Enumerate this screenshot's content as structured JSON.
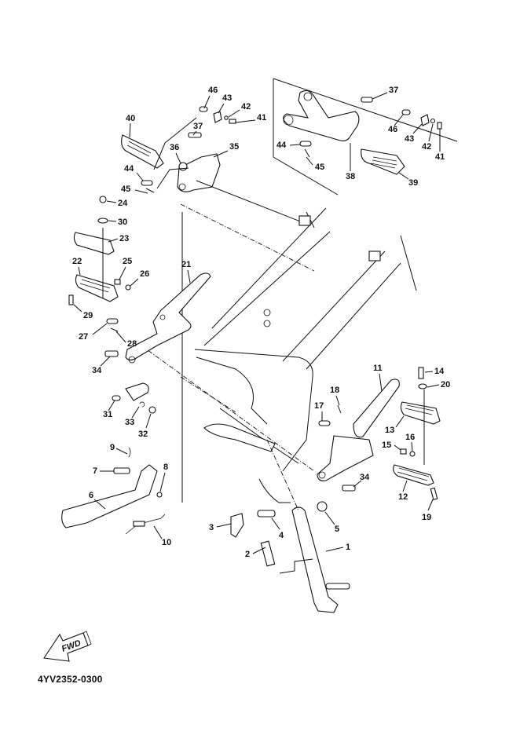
{
  "diagram": {
    "title": "Stand & Footrest",
    "code": "4YV2352-0300",
    "direction_marker": "FWD",
    "callouts": [
      {
        "id": "1",
        "part": "side stand"
      },
      {
        "id": "2",
        "part": "spring"
      },
      {
        "id": "3",
        "part": "plate"
      },
      {
        "id": "4",
        "part": "bolt"
      },
      {
        "id": "5",
        "part": "nut"
      },
      {
        "id": "6",
        "part": "brake pedal"
      },
      {
        "id": "7",
        "part": "bolt"
      },
      {
        "id": "8",
        "part": "washer"
      },
      {
        "id": "9",
        "part": "cotter pin"
      },
      {
        "id": "10",
        "part": "spring"
      },
      {
        "id": "11",
        "part": "footrest bracket (right)"
      },
      {
        "id": "12",
        "part": "footrest"
      },
      {
        "id": "13",
        "part": "footrest cover"
      },
      {
        "id": "14",
        "part": "screw"
      },
      {
        "id": "15",
        "part": "spring"
      },
      {
        "id": "16",
        "part": "ball"
      },
      {
        "id": "17",
        "part": "pin"
      },
      {
        "id": "18",
        "part": "cotter pin"
      },
      {
        "id": "19",
        "part": "bolt"
      },
      {
        "id": "20",
        "part": "washer"
      },
      {
        "id": "21",
        "part": "footrest bracket (left)"
      },
      {
        "id": "22",
        "part": "footrest"
      },
      {
        "id": "23",
        "part": "footrest cover"
      },
      {
        "id": "24",
        "part": "screw"
      },
      {
        "id": "25",
        "part": "spring"
      },
      {
        "id": "26",
        "part": "ball"
      },
      {
        "id": "27",
        "part": "pin"
      },
      {
        "id": "28",
        "part": "cotter pin"
      },
      {
        "id": "29",
        "part": "bolt"
      },
      {
        "id": "30",
        "part": "washer"
      },
      {
        "id": "31",
        "part": "pin"
      },
      {
        "id": "32",
        "part": "bolt"
      },
      {
        "id": "33",
        "part": "clip"
      },
      {
        "id": "34",
        "part": "bolt"
      },
      {
        "id": "35",
        "part": "rear footrest bracket (left)"
      },
      {
        "id": "36",
        "part": "collar"
      },
      {
        "id": "37",
        "part": "bolt"
      },
      {
        "id": "38",
        "part": "rear footrest bracket (right)"
      },
      {
        "id": "39",
        "part": "rear footrest"
      },
      {
        "id": "40",
        "part": "rear footrest"
      },
      {
        "id": "41",
        "part": "spring"
      },
      {
        "id": "42",
        "part": "ball"
      },
      {
        "id": "43",
        "part": "plate"
      },
      {
        "id": "44",
        "part": "pin"
      },
      {
        "id": "45",
        "part": "cotter pin"
      },
      {
        "id": "46",
        "part": "pin"
      }
    ]
  },
  "labels": {
    "l1": "1",
    "l2": "2",
    "l3": "3",
    "l4": "4",
    "l5": "5",
    "l6": "6",
    "l7": "7",
    "l8": "8",
    "l9": "9",
    "l10": "10",
    "l11": "11",
    "l12": "12",
    "l13": "13",
    "l14": "14",
    "l15": "15",
    "l16": "16",
    "l17": "17",
    "l18": "18",
    "l19": "19",
    "l20": "20",
    "l21": "21",
    "l22": "22",
    "l23": "23",
    "l24": "24",
    "l25": "25",
    "l26": "26",
    "l27": "27",
    "l28": "28",
    "l29": "29",
    "l30": "30",
    "l31": "31",
    "l32": "32",
    "l33": "33",
    "l34a": "34",
    "l34b": "34",
    "l35": "35",
    "l36": "36",
    "l37a": "37",
    "l37b": "37",
    "l38": "38",
    "l39": "39",
    "l40": "40",
    "l41a": "41",
    "l41b": "41",
    "l42a": "42",
    "l42b": "42",
    "l43a": "43",
    "l43b": "43",
    "l44a": "44",
    "l44b": "44",
    "l45a": "45",
    "l45b": "45",
    "l46a": "46",
    "l46b": "46"
  }
}
